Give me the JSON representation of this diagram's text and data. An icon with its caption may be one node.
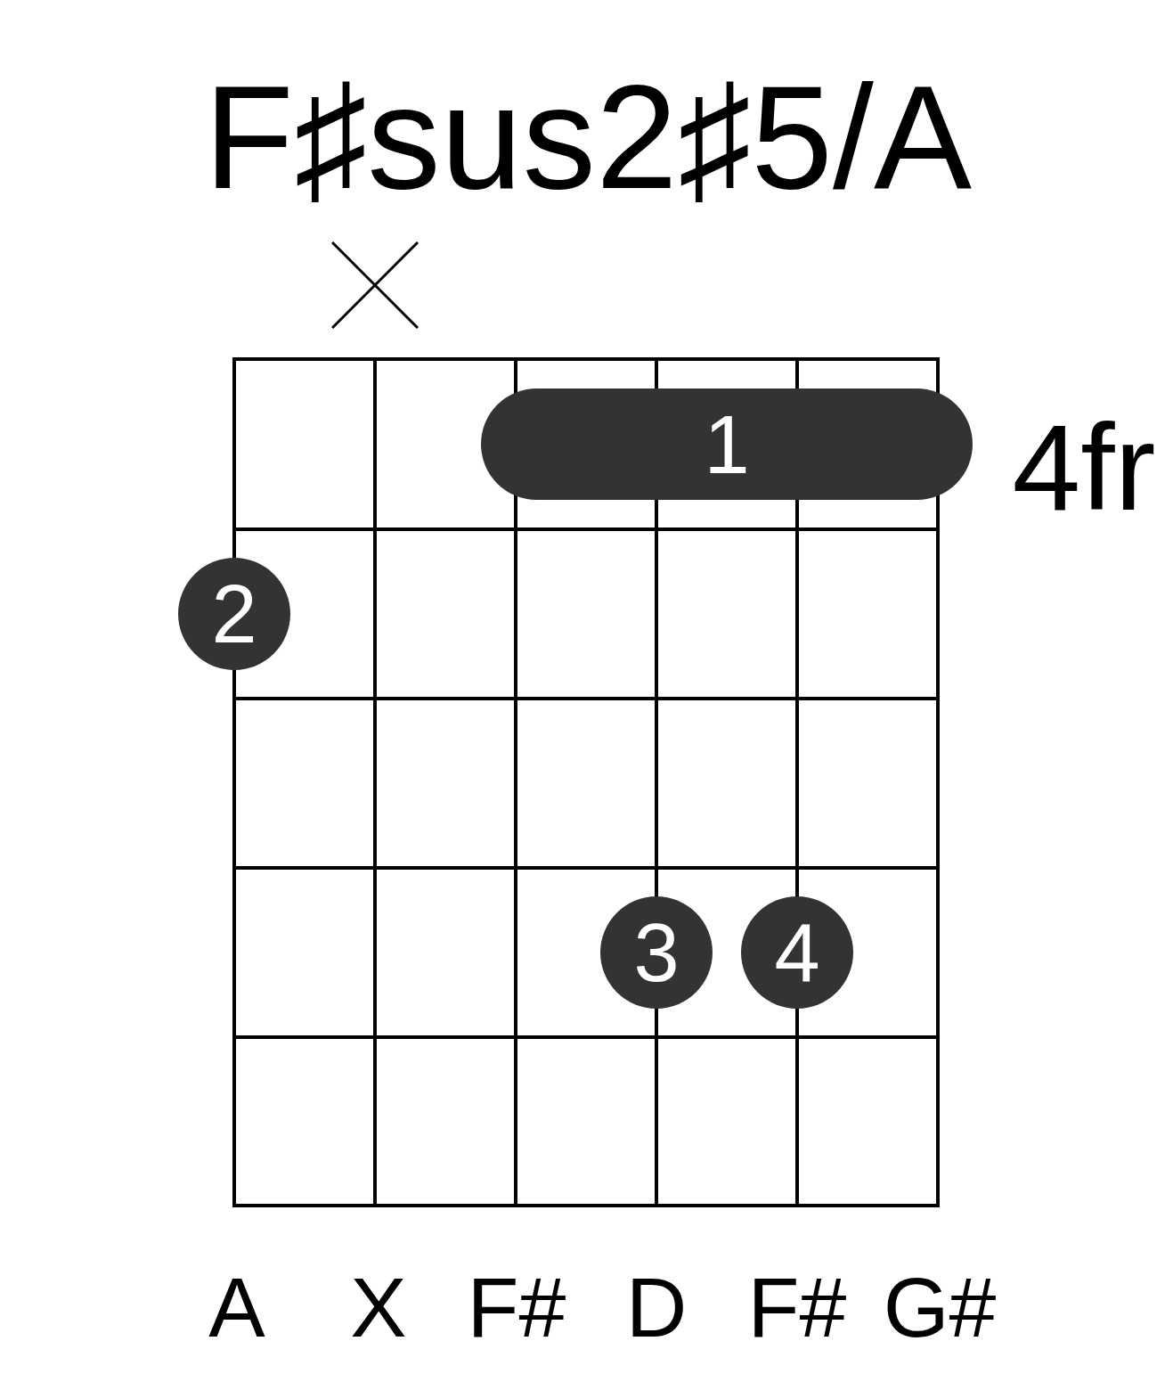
{
  "diagram": {
    "title": "F♯sus2♯5/A",
    "nodes": [
      {
        "text": [
          "1"
        ]
      },
      {
        "text": [
          "2"
        ]
      },
      {
        "text": [
          "3"
        ]
      },
      {
        "text": [
          "4"
        ]
      }
    ],
    "edges": [],
    "labels": [
      "4fr",
      "A",
      "X",
      "F#",
      "D",
      "F#",
      "G#"
    ]
  }
}
